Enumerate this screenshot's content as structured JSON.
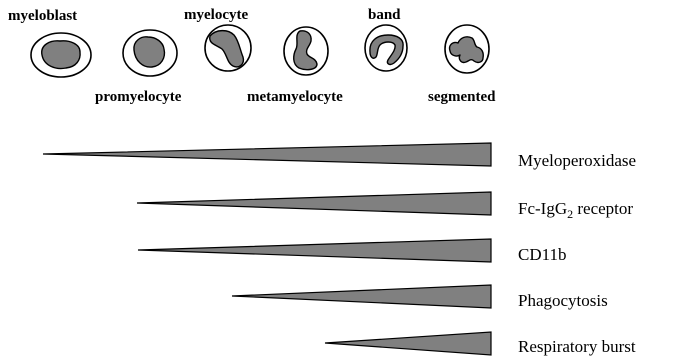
{
  "stages": [
    {
      "id": "myeloblast",
      "label": "myeloblast"
    },
    {
      "id": "promyelocyte",
      "label": "promyelocyte"
    },
    {
      "id": "myelocyte",
      "label": "myelocyte"
    },
    {
      "id": "metamyelocyte",
      "label": "metamyelocyte"
    },
    {
      "id": "band",
      "label": "band"
    },
    {
      "id": "segmented",
      "label": "segmented"
    }
  ],
  "markers": [
    {
      "id": "myeloperoxidase",
      "label": "Myeloperoxidase",
      "onset_stage": "myeloblast"
    },
    {
      "id": "fc-igg2-receptor",
      "label_main": "Fc-IgG",
      "label_sub": "2",
      "label_rest": " receptor",
      "onset_stage": "promyelocyte"
    },
    {
      "id": "cd11b",
      "label": "CD11b",
      "onset_stage": "promyelocyte"
    },
    {
      "id": "phagocytosis",
      "label": "Phagocytosis",
      "onset_stage": "myelocyte"
    },
    {
      "id": "respiratory-burst",
      "label": "Respiratory burst",
      "onset_stage": "metamyelocyte"
    }
  ],
  "colors": {
    "fill": "#808080",
    "stroke": "#000000",
    "background": "#ffffff"
  }
}
